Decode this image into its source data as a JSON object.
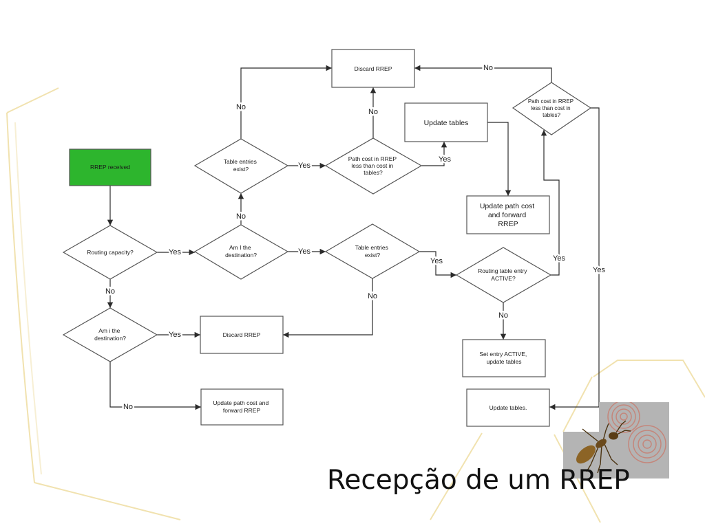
{
  "slide": {
    "title": "Recepção de um RREP"
  },
  "colors": {
    "start_node_fill": "#2db52d",
    "node_stroke": "#555555",
    "connector": "#2b2b2b",
    "decor_line": "#ecd894",
    "logo_background": "#b4b4b4",
    "logo_rings": "#c4867b"
  },
  "flowchart": {
    "nodes": {
      "rrep_received": {
        "lines": [
          "RREP received"
        ]
      },
      "routing_capacity": {
        "lines": [
          "Routing capacity?"
        ]
      },
      "am_i_destination_lower": {
        "lines": [
          "Am i the",
          "destination?"
        ]
      },
      "am_i_destination_middle": {
        "lines": [
          "Am I the",
          "destination?"
        ]
      },
      "table_entries_upper": {
        "lines": [
          "Table entries",
          "exist?"
        ]
      },
      "path_cost_middle": {
        "lines": [
          "Path cost in RREP",
          "less than cost in",
          "tables?"
        ]
      },
      "discard_top": {
        "lines": [
          "Discard RREP"
        ]
      },
      "update_tables_top": {
        "lines": [
          "Update tables"
        ]
      },
      "update_path_cost_right": {
        "lines": [
          "Update path cost",
          "and forward",
          "RREP"
        ]
      },
      "table_entries_middle": {
        "lines": [
          "Table entries",
          "exist?"
        ]
      },
      "routing_table_active": {
        "lines": [
          "Routing table entry",
          "ACTIVE?"
        ]
      },
      "path_cost_right": {
        "lines": [
          "Path cost in RREP",
          "less than cost in",
          "tables?"
        ]
      },
      "discard_middle": {
        "lines": [
          "Discard RREP"
        ]
      },
      "set_entry_active": {
        "lines": [
          "Set entry ACTIVE,",
          "update tables"
        ]
      },
      "update_path_cost_bottom": {
        "lines": [
          "Update path cost and",
          "forward RREP"
        ]
      },
      "update_tables_bottom": {
        "lines": [
          "Update tables."
        ]
      }
    },
    "edge_labels": {
      "capacity_yes": "Yes",
      "capacity_no": "No",
      "lower_destination_yes": "Yes",
      "lower_destination_no": "No",
      "middle_destination_no": "No",
      "middle_destination_yes": "Yes",
      "upper_entries_no": "No",
      "upper_entries_yes": "Yes",
      "middle_path_cost_no": "No",
      "middle_path_cost_yes": "Yes",
      "middle_entries_yes": "Yes",
      "middle_entries_no": "No",
      "active_no": "No",
      "active_yes": "Yes",
      "right_path_cost_no": "No",
      "right_path_cost_yes": "Yes"
    }
  }
}
